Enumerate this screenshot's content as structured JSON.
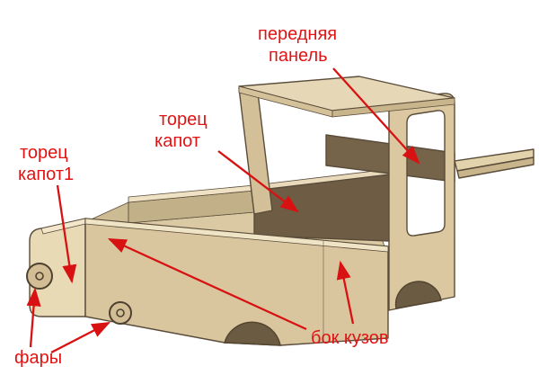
{
  "diagram_labels": {
    "front_panel": {
      "line1": "передняя",
      "line2": "панель"
    },
    "hood_end": {
      "line1": "торец",
      "line2": "капот"
    },
    "hood_end_1": {
      "line1": "торец",
      "line2": "капот1"
    },
    "headlights": {
      "text": "фары"
    },
    "body_side": {
      "text": "бок кузов"
    }
  },
  "colors": {
    "label_red": "#e01414",
    "arrow_red": "#d81212",
    "background": "#ffffff",
    "wood_light": "#e9dab6",
    "wood_side": "#d9c69e",
    "wood_edge_strip": "#f0e4c6",
    "wood_inner": "#c2b089",
    "wood_floor": "#dac9a2",
    "wood_dark_panel": "#6e5d44",
    "wood_arch_shadow": "#6b5b42",
    "outline": "#5a4c3a"
  }
}
